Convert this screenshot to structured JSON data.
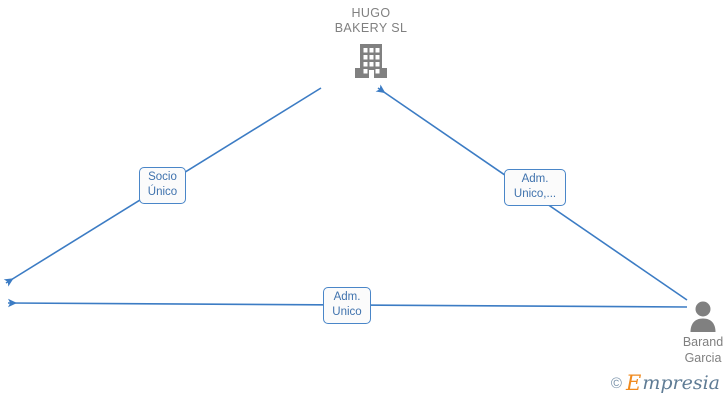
{
  "diagram": {
    "type": "corporate-relationship-graph",
    "background_color": "#ffffff",
    "edge_color": "#3c7cc4",
    "node_text_color": "#808080",
    "label_border_color": "#4a86c8",
    "label_text_color": "#3f72ad"
  },
  "nodes": {
    "company": {
      "name": "HUGO\nBAKERY  SL",
      "icon": "building-icon",
      "icon_color": "#808080"
    },
    "person_right": {
      "name": "Barand\nGarcia\n",
      "icon": "person-icon",
      "icon_color": "#808080"
    },
    "person_left": {
      "name": "",
      "icon": "person-icon",
      "icon_color": "#808080"
    }
  },
  "edges": [
    {
      "id": "socio-unico",
      "from": "person_left",
      "to": "company",
      "label": "Socio\nÚnico",
      "arrow_at": "from"
    },
    {
      "id": "adm-unico-right",
      "from": "person_right",
      "to": "company",
      "label": "Adm.\nUnico,...",
      "arrow_at": "to"
    },
    {
      "id": "adm-unico-bottom",
      "from": "person_right",
      "to": "person_left",
      "label": "Adm.\nUnico",
      "arrow_at": "to"
    }
  ],
  "watermark": {
    "copyright": "©",
    "brand_initial": "E",
    "brand_rest": "mpresia"
  }
}
